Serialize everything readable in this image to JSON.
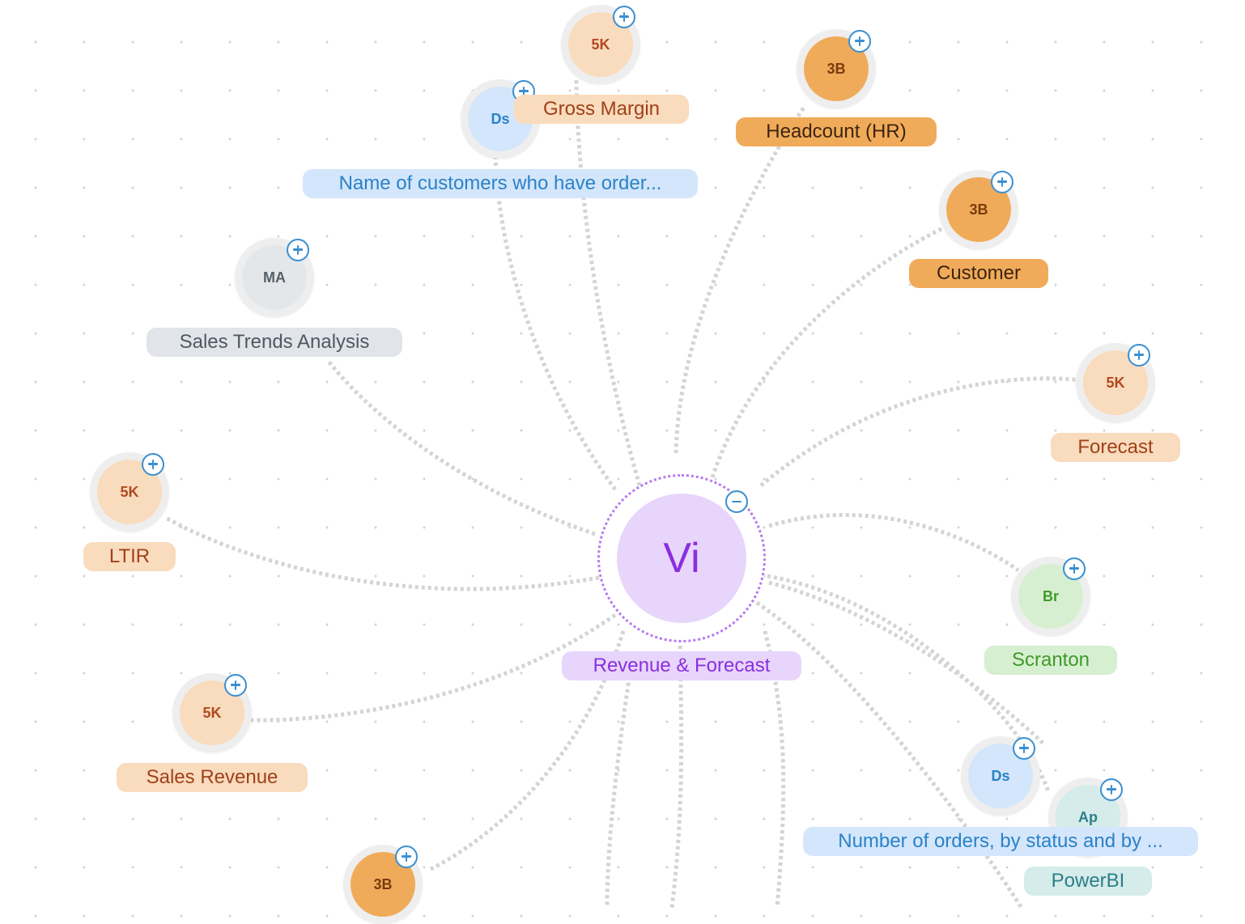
{
  "colors": {
    "edge": "#d4d4d4",
    "control_button": "#3a8fd0"
  },
  "center": {
    "badge": "Vi",
    "label": "Revenue & Forecast",
    "style": "purple",
    "collapse_button": "minus-icon"
  },
  "nodes": [
    {
      "id": "gross-margin",
      "badge": "5K",
      "label": "Gross Margin",
      "style": "peach"
    },
    {
      "id": "customers-ordered",
      "badge": "Ds",
      "label": "Name of customers who have order...",
      "style": "blue"
    },
    {
      "id": "headcount-hr",
      "badge": "3B",
      "label": "Headcount (HR)",
      "style": "orange"
    },
    {
      "id": "customer",
      "badge": "3B",
      "label": "Customer",
      "style": "orange"
    },
    {
      "id": "sales-trends-analysis",
      "badge": "MA",
      "label": "Sales Trends Analysis",
      "style": "gray"
    },
    {
      "id": "forecast",
      "badge": "5K",
      "label": "Forecast",
      "style": "peach"
    },
    {
      "id": "ltir",
      "badge": "5K",
      "label": "LTIR",
      "style": "peach"
    },
    {
      "id": "scranton",
      "badge": "Br",
      "label": "Scranton",
      "style": "green"
    },
    {
      "id": "sales-revenue",
      "badge": "5K",
      "label": "Sales Revenue",
      "style": "peach"
    },
    {
      "id": "orders-by-status",
      "badge": "Ds",
      "label": "Number of orders, by status and by ...",
      "style": "blue"
    },
    {
      "id": "powerbi",
      "badge": "Ap",
      "label": "PowerBI",
      "style": "teal"
    },
    {
      "id": "bottom-node",
      "badge": "3B",
      "label": "",
      "style": "orange"
    }
  ],
  "styles": {
    "peach": {
      "circle": "#f9dbbd",
      "text": "#b0491f",
      "label_bg": "#f9dbbd",
      "label_text": "#a0411a"
    },
    "orange": {
      "circle": "#f0ab5a",
      "text": "#7a3c0c",
      "label_bg": "#f0ab5a",
      "label_text": "#3d2410"
    },
    "blue": {
      "circle": "#d4e6fb",
      "text": "#2a82c8",
      "label_bg": "#d4e6fb",
      "label_text": "#2a82c8"
    },
    "gray": {
      "circle": "#e4e7ea",
      "text": "#56606a",
      "label_bg": "#e1e5e9",
      "label_text": "#4e5862"
    },
    "green": {
      "circle": "#d7efd1",
      "text": "#3f9a2a",
      "label_bg": "#d7efd1",
      "label_text": "#3f9a2a"
    },
    "teal": {
      "circle": "#d5ecea",
      "text": "#2c7f88",
      "label_bg": "#d5ecea",
      "label_text": "#2c7f88"
    },
    "purple": {
      "circle": "#e8d5fb",
      "text": "#8a2fe0",
      "label_bg": "#e8d5fb",
      "label_text": "#8a2fe0"
    }
  }
}
